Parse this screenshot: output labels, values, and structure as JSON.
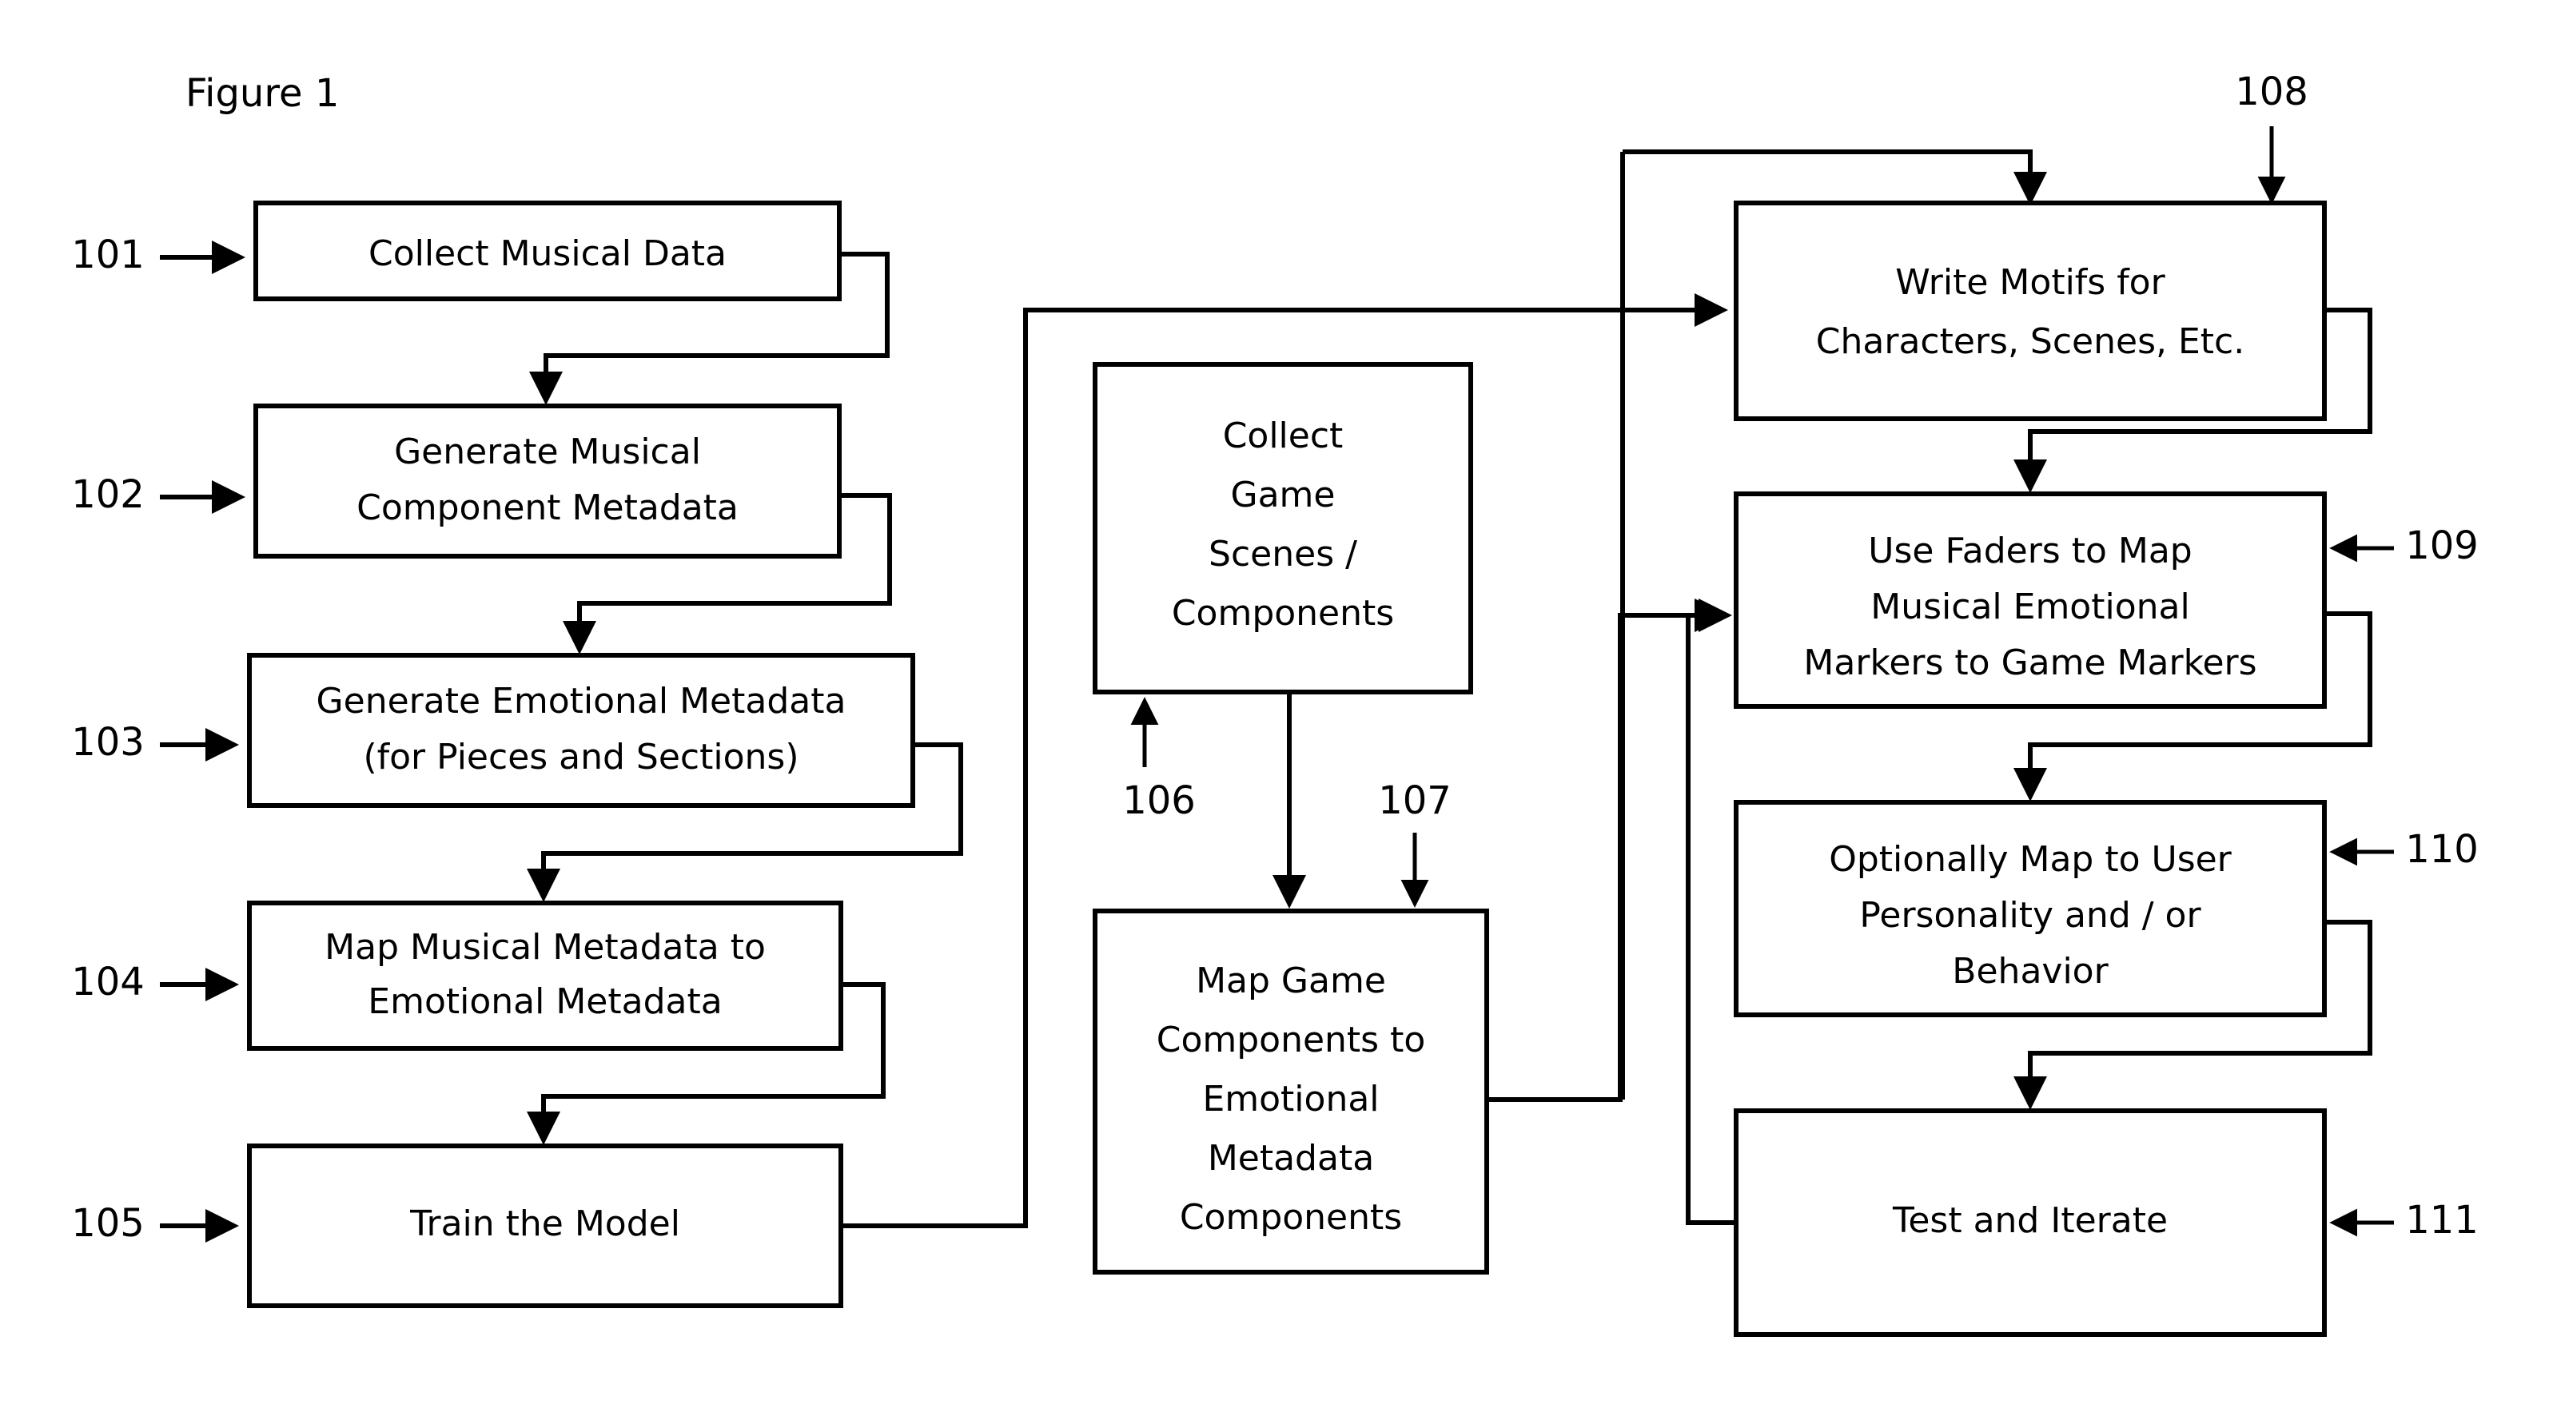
{
  "figure": {
    "title": "Figure 1"
  },
  "boxes": {
    "b101": {
      "ref": "101",
      "lines": [
        "Collect Musical Data"
      ]
    },
    "b102": {
      "ref": "102",
      "lines": [
        "Generate Musical",
        "Component  Metadata"
      ]
    },
    "b103": {
      "ref": "103",
      "lines": [
        "Generate Emotional Metadata",
        "(for Pieces and Sections)"
      ]
    },
    "b104": {
      "ref": "104",
      "lines": [
        "Map Musical Metadata to",
        "Emotional Metadata"
      ]
    },
    "b105": {
      "ref": "105",
      "lines": [
        "Train the Model"
      ]
    },
    "b106": {
      "ref": "106",
      "lines": [
        "Collect",
        "Game",
        "Scenes /",
        "Components"
      ]
    },
    "b107": {
      "ref": "107",
      "lines": [
        "Map Game",
        "Components to",
        "Emotional",
        "Metadata",
        "Components"
      ]
    },
    "b108": {
      "ref": "108",
      "lines": [
        "Write Motifs for",
        "Characters, Scenes, Etc."
      ]
    },
    "b109": {
      "ref": "109",
      "lines": [
        "Use Faders to Map",
        "Musical Emotional",
        "Markers to Game Markers"
      ]
    },
    "b110": {
      "ref": "110",
      "lines": [
        "Optionally Map to User",
        "Personality and / or",
        "Behavior"
      ]
    },
    "b111": {
      "ref": "111",
      "lines": [
        "Test and Iterate"
      ]
    }
  },
  "colors": {
    "stroke": "#000000",
    "fill": "#ffffff",
    "text": "#000000"
  }
}
